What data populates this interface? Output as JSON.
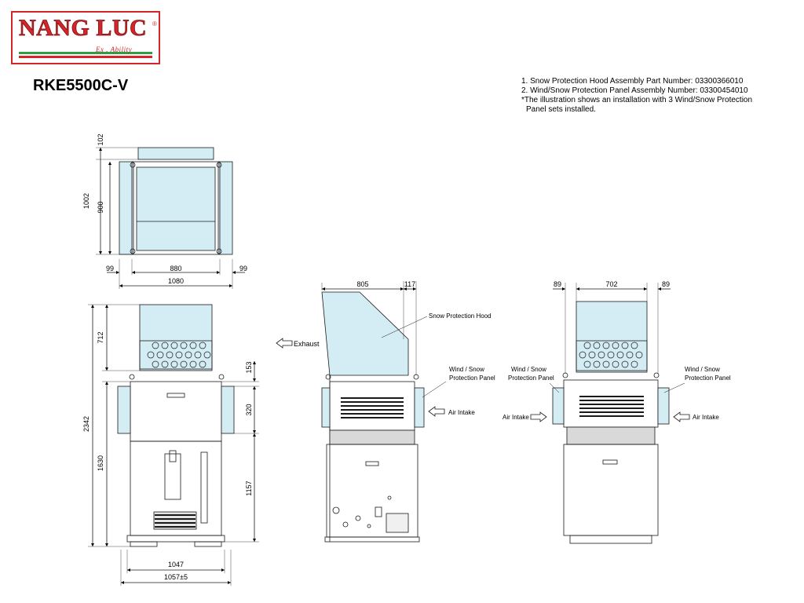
{
  "logo": {
    "main": "NANG LUC",
    "registered": "®",
    "tagline": "Ex . Ability",
    "colors": {
      "red": "#d4262a",
      "green": "#2e9e44"
    }
  },
  "model": "RKE5500C-V",
  "notes": [
    "1. Snow Protection Hood Assembly Part Number: 03300366010",
    "2. Wind/Snow Protection Panel Assembly Number: 03300454010",
    "*The illustration shows an installation with 3 Wind/Snow Protection",
    "Panel sets installed."
  ],
  "dimensions": {
    "top_view": {
      "hood_depth": "102",
      "total_depth": "1002",
      "unit_depth": "900",
      "side_left": "99",
      "unit_width": "880",
      "side_right": "99",
      "total_width": "1080"
    },
    "front_view": {
      "hood_height": "712",
      "total_height": "2342",
      "lower_height": "1630",
      "gap_upper": "153",
      "panel_height": "320",
      "lower_to_panel": "1157",
      "base_width": "1047",
      "total_width": "1057±5"
    },
    "side_view": {
      "hood_depth": "805",
      "hood_overhang": "117"
    },
    "rear_view": {
      "left_offset": "89",
      "hood_width": "702",
      "right_offset": "89"
    }
  },
  "labels": {
    "exhaust": "Exhaust",
    "snow_hood": "Snow Protection Hood",
    "wind_panel_line1": "Wind / Snow",
    "wind_panel_line2": "Protection Panel",
    "air_intake": "Air Intake"
  },
  "colors": {
    "panel_fill": "#d4ecf4",
    "line": "#1a1a1a",
    "grey_band": "#d9d9d9"
  }
}
